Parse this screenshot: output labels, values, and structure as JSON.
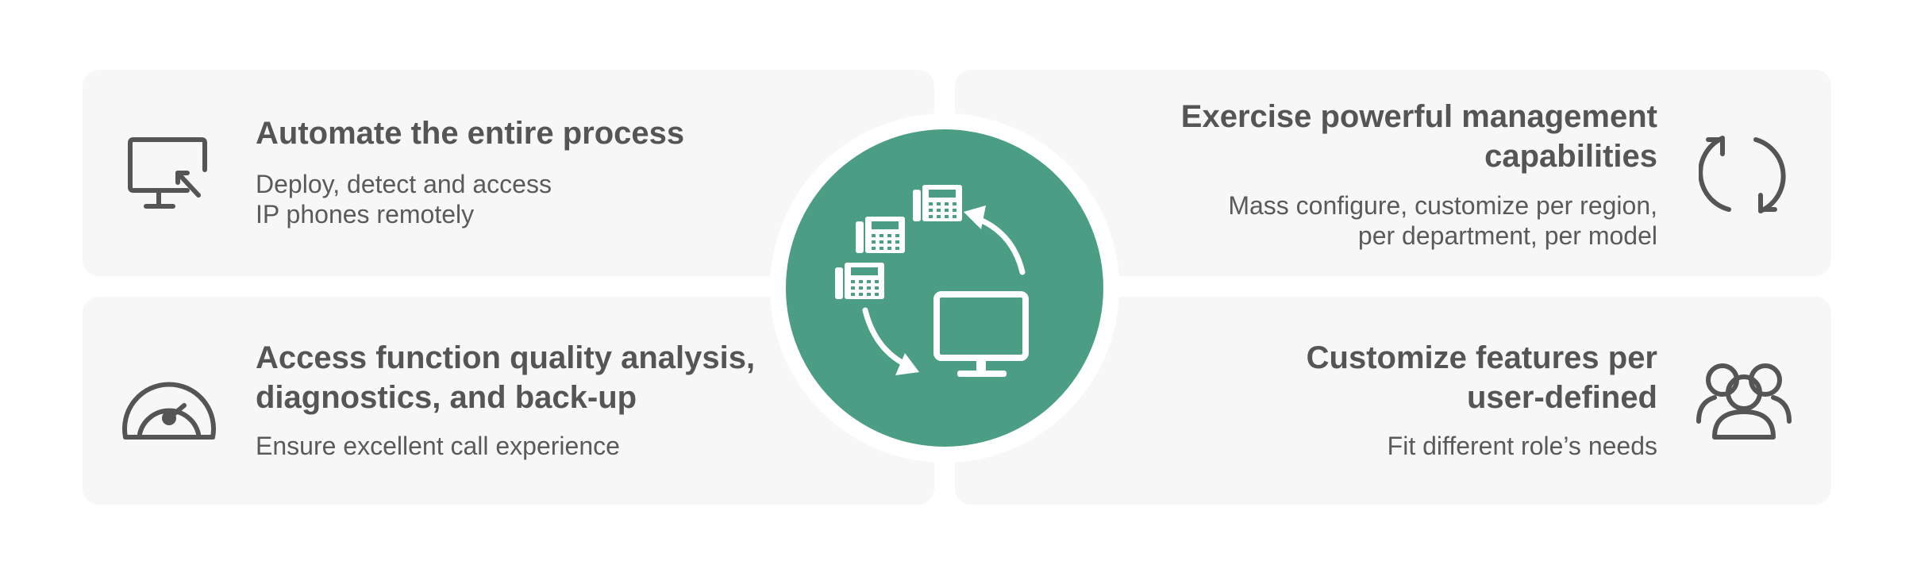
{
  "features": {
    "automate": {
      "icon": "monitor-remote-icon",
      "title": "Automate the entire process",
      "desc_line1": "Deploy, detect and access",
      "desc_line2": "IP phones remotely"
    },
    "management": {
      "icon": "refresh-cycle-icon",
      "title_line1": "Exercise powerful management",
      "title_line2": "capabilities",
      "desc_line1": "Mass configure, customize per region,",
      "desc_line2": "per department, per model"
    },
    "quality": {
      "icon": "speedometer-icon",
      "title_line1": "Access function quality analysis,",
      "title_line2": "diagnostics, and back-up",
      "desc_line1": "Ensure excellent call experience"
    },
    "customize": {
      "icon": "users-group-icon",
      "title_line1": "Customize features per",
      "title_line2": "user-defined",
      "desc_line1": "Fit different role’s needs"
    }
  },
  "hub": {
    "icon": "phones-to-monitor-cycle-icon",
    "colors": {
      "circle": "#4b9e84",
      "card": "#f7f7f7",
      "text": "#555555"
    }
  }
}
